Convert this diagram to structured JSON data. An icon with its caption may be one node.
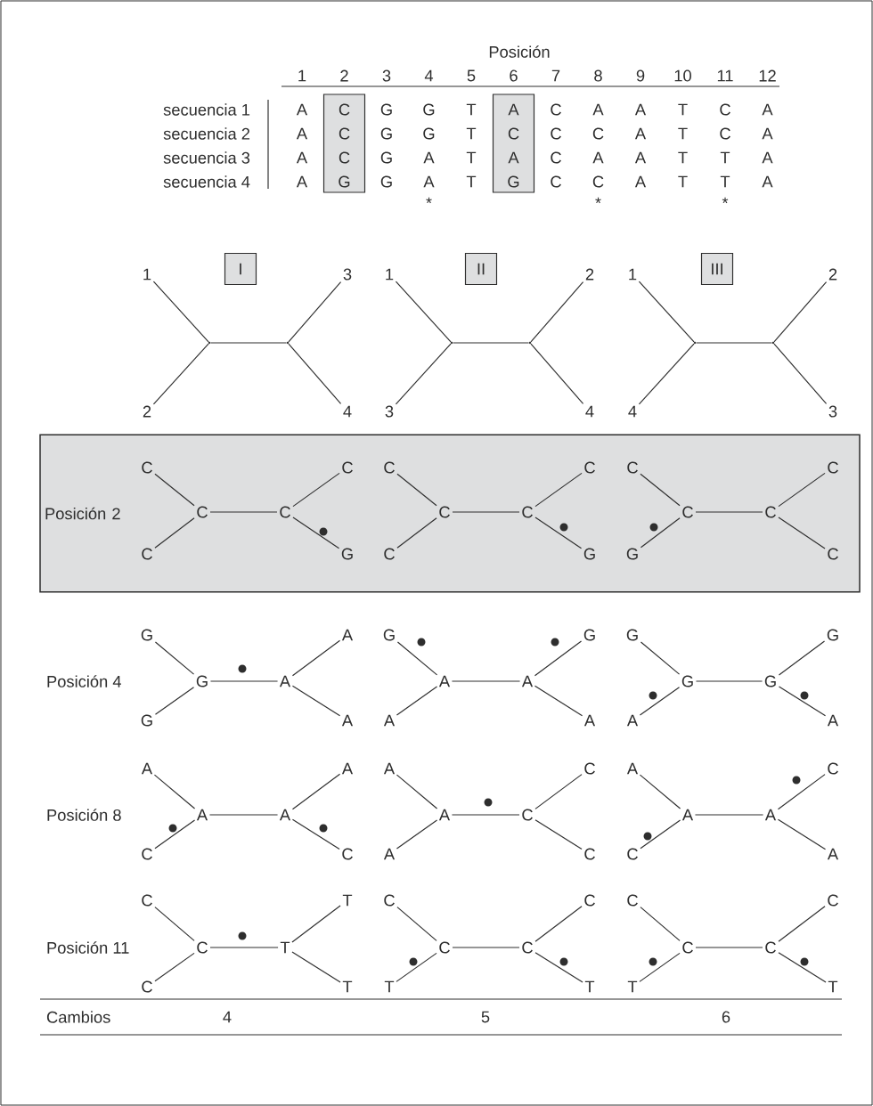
{
  "diagram": {
    "nodes": [
      {
        "text": [
          "I"
        ]
      },
      {
        "text": [
          "1"
        ]
      },
      {
        "text": [
          "2"
        ]
      },
      {
        "text": [],
        "shape": "point"
      },
      {
        "text": [],
        "shape": "point"
      },
      {
        "text": [
          "3"
        ]
      },
      {
        "text": [
          "4"
        ]
      },
      {
        "text": [
          "II"
        ]
      },
      {
        "text": [
          "1"
        ]
      },
      {
        "text": [
          "3"
        ]
      },
      {
        "text": [],
        "shape": "point"
      },
      {
        "text": [],
        "shape": "point"
      },
      {
        "text": [
          "2"
        ]
      },
      {
        "text": [
          "4"
        ]
      },
      {
        "text": [
          "III"
        ]
      },
      {
        "text": [
          "1"
        ]
      },
      {
        "text": [
          "4"
        ]
      },
      {
        "text": [],
        "shape": "point"
      },
      {
        "text": [],
        "shape": "point"
      },
      {
        "text": [
          "2"
        ]
      },
      {
        "text": [
          "3"
        ]
      },
      {
        "text": [
          "Posición 2"
        ]
      },
      {
        "text": [
          "C"
        ],
        "in": 21
      },
      {
        "text": [
          "C"
        ],
        "in": 21
      },
      {
        "text": [
          "C"
        ],
        "in": 21
      },
      {
        "text": [
          "C"
        ],
        "in": 21
      },
      {
        "text": [
          "C"
        ],
        "in": 21
      },
      {
        "text": [
          "G"
        ],
        "in": 21
      },
      {
        "text": [
          "C"
        ],
        "in": 21
      },
      {
        "text": [
          "C"
        ],
        "in": 21
      },
      {
        "text": [
          "C"
        ],
        "in": 21
      },
      {
        "text": [
          "C"
        ],
        "in": 21
      },
      {
        "text": [
          "C"
        ],
        "in": 21
      },
      {
        "text": [
          "G"
        ],
        "in": 21
      },
      {
        "text": [
          "C"
        ],
        "in": 21
      },
      {
        "text": [
          "G"
        ],
        "in": 21
      },
      {
        "text": [
          "C"
        ],
        "in": 21
      },
      {
        "text": [
          "C"
        ],
        "in": 21
      },
      {
        "text": [
          "C"
        ],
        "in": 21
      },
      {
        "text": [
          "C"
        ],
        "in": 21
      },
      {
        "text": [
          "G"
        ]
      },
      {
        "text": [
          "G"
        ]
      },
      {
        "text": [
          "G"
        ]
      },
      {
        "text": [
          "A"
        ]
      },
      {
        "text": [
          "A"
        ]
      },
      {
        "text": [
          "A"
        ]
      },
      {
        "text": [
          "G"
        ]
      },
      {
        "text": [
          "A"
        ]
      },
      {
        "text": [
          "A"
        ]
      },
      {
        "text": [
          "A"
        ]
      },
      {
        "text": [
          "G"
        ]
      },
      {
        "text": [
          "A"
        ]
      },
      {
        "text": [
          "G"
        ]
      },
      {
        "text": [
          "A"
        ]
      },
      {
        "text": [
          "G"
        ]
      },
      {
        "text": [
          "G"
        ]
      },
      {
        "text": [
          "G"
        ]
      },
      {
        "text": [
          "A"
        ]
      },
      {
        "text": [
          "A"
        ]
      },
      {
        "text": [
          "C"
        ]
      },
      {
        "text": [
          "A"
        ]
      },
      {
        "text": [
          "A"
        ]
      },
      {
        "text": [
          "A"
        ]
      },
      {
        "text": [
          "C"
        ]
      },
      {
        "text": [
          "A"
        ]
      },
      {
        "text": [
          "A"
        ]
      },
      {
        "text": [
          "A"
        ]
      },
      {
        "text": [
          "C"
        ]
      },
      {
        "text": [
          "C"
        ]
      },
      {
        "text": [
          "C"
        ]
      },
      {
        "text": [
          "A"
        ]
      },
      {
        "text": [
          "C"
        ]
      },
      {
        "text": [
          "A"
        ]
      },
      {
        "text": [
          "A"
        ]
      },
      {
        "text": [
          "C"
        ]
      },
      {
        "text": [
          "A"
        ]
      },
      {
        "text": [
          "C"
        ]
      },
      {
        "text": [
          "C"
        ]
      },
      {
        "text": [
          "C"
        ]
      },
      {
        "text": [
          "T"
        ]
      },
      {
        "text": [
          "T"
        ]
      },
      {
        "text": [
          "T"
        ]
      },
      {
        "text": [
          "C"
        ]
      },
      {
        "text": [
          "T"
        ]
      },
      {
        "text": [
          "C"
        ]
      },
      {
        "text": [
          "C"
        ]
      },
      {
        "text": [
          "C"
        ]
      },
      {
        "text": [
          "T"
        ]
      },
      {
        "text": [
          "C"
        ]
      },
      {
        "text": [
          "T"
        ]
      },
      {
        "text": [
          "C"
        ]
      },
      {
        "text": [
          "C"
        ]
      },
      {
        "text": [
          "C"
        ]
      },
      {
        "text": [
          "T"
        ]
      }
    ],
    "edges": [
      {
        "from": 1,
        "to": 3,
        "arrow": "none"
      },
      {
        "from": 2,
        "to": 3,
        "arrow": "none"
      },
      {
        "from": 3,
        "to": 4,
        "arrow": "none"
      },
      {
        "from": 4,
        "to": 5,
        "arrow": "none"
      },
      {
        "from": 4,
        "to": 6,
        "arrow": "none"
      },
      {
        "from": 8,
        "to": 10,
        "arrow": "none"
      },
      {
        "from": 9,
        "to": 10,
        "arrow": "none"
      },
      {
        "from": 10,
        "to": 11,
        "arrow": "none"
      },
      {
        "from": 11,
        "to": 12,
        "arrow": "none"
      },
      {
        "from": 11,
        "to": 13,
        "arrow": "none"
      },
      {
        "from": 15,
        "to": 17,
        "arrow": "none"
      },
      {
        "from": 16,
        "to": 17,
        "arrow": "none"
      },
      {
        "from": 17,
        "to": 18,
        "arrow": "none"
      },
      {
        "from": 18,
        "to": 19,
        "arrow": "none"
      },
      {
        "from": 18,
        "to": 20,
        "arrow": "none"
      },
      {
        "from": 22,
        "to": 24,
        "arrow": "none"
      },
      {
        "from": 23,
        "to": 24,
        "arrow": "none"
      },
      {
        "from": 24,
        "to": 25,
        "arrow": "none"
      },
      {
        "from": 25,
        "to": 26,
        "arrow": "none"
      },
      {
        "from": 25,
        "to": 27,
        "arrow": "none"
      },
      {
        "from": 28,
        "to": 30,
        "arrow": "none"
      },
      {
        "from": 29,
        "to": 30,
        "arrow": "none"
      },
      {
        "from": 30,
        "to": 31,
        "arrow": "none"
      },
      {
        "from": 31,
        "to": 32,
        "arrow": "none"
      },
      {
        "from": 31,
        "to": 33,
        "arrow": "none"
      },
      {
        "from": 34,
        "to": 36,
        "arrow": "none"
      },
      {
        "from": 35,
        "to": 36,
        "arrow": "none"
      },
      {
        "from": 36,
        "to": 37,
        "arrow": "none"
      },
      {
        "from": 37,
        "to": 38,
        "arrow": "none"
      },
      {
        "from": 37,
        "to": 39,
        "arrow": "none"
      },
      {
        "from": 40,
        "to": 42,
        "arrow": "none"
      },
      {
        "from": 41,
        "to": 42,
        "arrow": "none"
      },
      {
        "from": 42,
        "to": 43,
        "arrow": "none"
      },
      {
        "from": 43,
        "to": 44,
        "arrow": "none"
      },
      {
        "from": 43,
        "to": 45,
        "arrow": "none"
      },
      {
        "from": 46,
        "to": 48,
        "arrow": "none"
      },
      {
        "from": 47,
        "to": 48,
        "arrow": "none"
      },
      {
        "from": 48,
        "to": 49,
        "arrow": "none"
      },
      {
        "from": 49,
        "to": 50,
        "arrow": "none"
      },
      {
        "from": 49,
        "to": 51,
        "arrow": "none"
      },
      {
        "from": 52,
        "to": 54,
        "arrow": "none"
      },
      {
        "from": 53,
        "to": 54,
        "arrow": "none"
      },
      {
        "from": 54,
        "to": 55,
        "arrow": "none"
      },
      {
        "from": 55,
        "to": 56,
        "arrow": "none"
      },
      {
        "from": 55,
        "to": 57,
        "arrow": "none"
      },
      {
        "from": 58,
        "to": 60,
        "arrow": "none"
      },
      {
        "from": 59,
        "to": 60,
        "arrow": "none"
      },
      {
        "from": 60,
        "to": 61,
        "arrow": "none"
      },
      {
        "from": 61,
        "to": 62,
        "arrow": "none"
      },
      {
        "from": 61,
        "to": 63,
        "arrow": "none"
      },
      {
        "from": 64,
        "to": 66,
        "arrow": "none"
      },
      {
        "from": 65,
        "to": 66,
        "arrow": "none"
      },
      {
        "from": 66,
        "to": 67,
        "arrow": "none"
      },
      {
        "from": 67,
        "to": 68,
        "arrow": "none"
      },
      {
        "from": 67,
        "to": 69,
        "arrow": "none"
      },
      {
        "from": 70,
        "to": 72,
        "arrow": "none"
      },
      {
        "from": 71,
        "to": 72,
        "arrow": "none"
      },
      {
        "from": 72,
        "to": 73,
        "arrow": "none"
      },
      {
        "from": 73,
        "to": 74,
        "arrow": "none"
      },
      {
        "from": 73,
        "to": 75,
        "arrow": "none"
      },
      {
        "from": 76,
        "to": 78,
        "arrow": "none"
      },
      {
        "from": 77,
        "to": 78,
        "arrow": "none"
      },
      {
        "from": 78,
        "to": 79,
        "arrow": "none"
      },
      {
        "from": 79,
        "to": 80,
        "arrow": "none"
      },
      {
        "from": 79,
        "to": 81,
        "arrow": "none"
      },
      {
        "from": 82,
        "to": 84,
        "arrow": "none"
      },
      {
        "from": 83,
        "to": 84,
        "arrow": "none"
      },
      {
        "from": 84,
        "to": 85,
        "arrow": "none"
      },
      {
        "from": 85,
        "to": 86,
        "arrow": "none"
      },
      {
        "from": 85,
        "to": 87,
        "arrow": "none"
      },
      {
        "from": 88,
        "to": 90,
        "arrow": "none"
      },
      {
        "from": 89,
        "to": 90,
        "arrow": "none"
      },
      {
        "from": 90,
        "to": 91,
        "arrow": "none"
      },
      {
        "from": 91,
        "to": 92,
        "arrow": "none"
      },
      {
        "from": 91,
        "to": 93,
        "arrow": "none"
      }
    ],
    "labels": [
      "Posición",
      "1",
      "2",
      "3",
      "4",
      "5",
      "6",
      "7",
      "8",
      "9",
      "10",
      "11",
      "12",
      "secuencia 1",
      "A",
      "C",
      "G",
      "G",
      "T",
      "A",
      "C",
      "A",
      "A",
      "T",
      "C",
      "A",
      "secuencia 2",
      "A",
      "C",
      "G",
      "G",
      "T",
      "C",
      "C",
      "C",
      "A",
      "T",
      "C",
      "A",
      "secuencia 3",
      "A",
      "C",
      "G",
      "A",
      "T",
      "A",
      "C",
      "A",
      "A",
      "T",
      "T",
      "A",
      "secuencia 4",
      "A",
      "G",
      "G",
      "A",
      "T",
      "G",
      "C",
      "C",
      "A",
      "T",
      "T",
      "A",
      "*",
      "*",
      "*",
      "Posición 4",
      "Posición 8",
      "Posición 11",
      "Cambios",
      "4",
      "5",
      "6"
    ]
  }
}
